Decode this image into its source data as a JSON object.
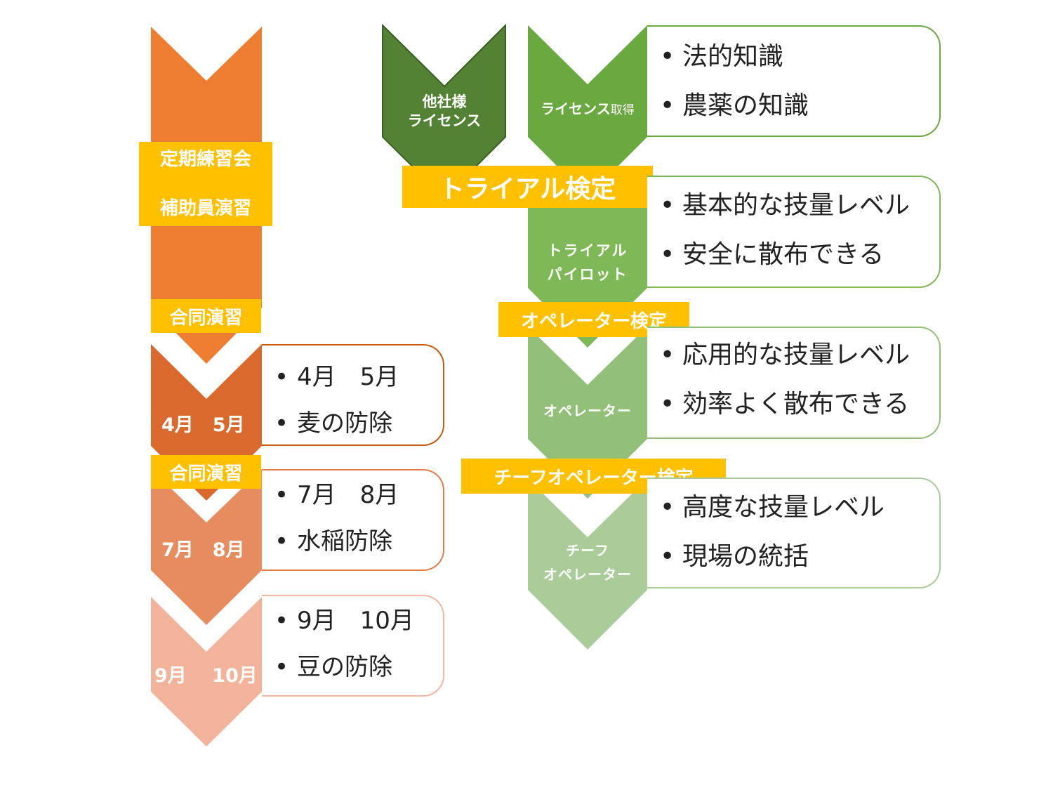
{
  "colors": {
    "orange1": "#ed7d31",
    "orange2": "#d9692d",
    "orange3": "#e68c5f",
    "orange4": "#f3b39b",
    "green_dark": "#548235",
    "green1": "#6aa840",
    "green2": "#7fb957",
    "green3": "#93c079",
    "green4": "#a9cc98",
    "banner": "#ffc000"
  },
  "left": {
    "practice": {
      "line1": "定期練習会",
      "line2": "補助員演習"
    },
    "joint1": "合同演習",
    "joint2": "合同演習",
    "stages": [
      {
        "chevron_label": "4月　5月",
        "bullets": [
          "4月　5月",
          "麦の防除"
        ]
      },
      {
        "chevron_label": "7月　8月",
        "bullets": [
          "7月　8月",
          "水稲防除"
        ]
      },
      {
        "chevron_label": "9月　 10月",
        "bullets": [
          "9月　10月",
          "豆の防除"
        ]
      }
    ]
  },
  "right": {
    "other_license": {
      "line1": "他社様",
      "line2": "ライセンス"
    },
    "license": {
      "label_main": "ライセンス",
      "label_small": "取得",
      "bullets": [
        "法的知識",
        "農薬の知識"
      ]
    },
    "trial_exam": "トライアル検定",
    "trial_pilot": {
      "line1": "トライアル",
      "line2": "パイロット",
      "bullets": [
        "基本的な技量レベル",
        "安全に散布できる"
      ]
    },
    "operator_exam": "オペレーター検定",
    "operator": {
      "label": "オペレーター",
      "bullets": [
        "応用的な技量レベル",
        "効率よく散布できる"
      ]
    },
    "chief_exam": "チーフオペレーター検定",
    "chief": {
      "line1": "チーフ",
      "line2": "オペレーター",
      "bullets": [
        "高度な技量レベル",
        "現場の統括"
      ]
    }
  }
}
